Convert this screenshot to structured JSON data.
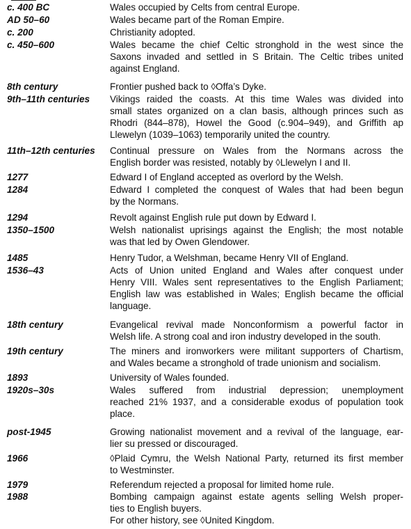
{
  "entries": [
    {
      "date": "c. 400 BC",
      "lines": [
        "Wales occupied by Celts from central Europe."
      ]
    },
    {
      "date": "AD 50–60",
      "lines": [
        "Wales became part of the Roman Empire."
      ]
    },
    {
      "date": "c. 200",
      "lines": [
        "Christianity adopted."
      ]
    },
    {
      "date": "c. 450–600",
      "lines": [
        "Wales became the chief Celtic stronghold in the west since the",
        "Saxons invaded and settled in S Britain. The Celtic tribes united",
        "against England."
      ]
    },
    {
      "date": "8th century",
      "lines": [
        "Frontier pushed back to ◊Offa’s Dyke."
      ]
    },
    {
      "date": "9th–11th centuries",
      "lines": [
        "Vikings raided the coasts. At this time Wales was divided into",
        "small states organized on a clan basis, although princes such as",
        "Rhodri (844–878), Howel the Good (c.904–949), and Griffith ap",
        "Llewelyn (1039–1063) temporarily united the country."
      ]
    },
    {
      "date": "11th–12th centuries",
      "lines": [
        "Continual pressure on Wales from the Normans across the",
        "English border was resisted, notably by ◊Llewelyn I and II."
      ]
    },
    {
      "date": "1277",
      "lines": [
        "Edward I of England accepted as overlord by the Welsh."
      ]
    },
    {
      "date": "1284",
      "lines": [
        "Edward I completed the conquest of Wales that had been begun",
        "by the Normans."
      ]
    },
    {
      "date": "1294",
      "lines": [
        "Revolt against English rule put down by Edward I."
      ]
    },
    {
      "date": "1350–1500",
      "lines": [
        "Welsh nationalist uprisings against the English; the most notable",
        "was that led by Owen Glendower."
      ]
    },
    {
      "date": "1485",
      "lines": [
        "Henry Tudor, a Welshman, became Henry VII of England."
      ]
    },
    {
      "date": "1536–43",
      "lines": [
        "Acts of Union united England and Wales after conquest under",
        "Henry VIII. Wales sent representatives to the English Parliament;",
        "English law was established in Wales; English became the official",
        "language."
      ]
    },
    {
      "date": "18th century",
      "lines": [
        "Evangelical revival made Nonconformism a powerful factor in",
        "Welsh life. A strong coal and iron industry developed in the south."
      ]
    },
    {
      "date": "19th century",
      "lines": [
        "The miners and ironworkers were militant supporters of Chartism,",
        "and Wales became a stronghold of trade unionism and socialism."
      ]
    },
    {
      "date": "1893",
      "lines": [
        "University of Wales founded."
      ]
    },
    {
      "date": "1920s–30s",
      "lines": [
        "Wales suffered from industrial depression; unemployment",
        "reached 21% 1937, and a considerable exodus of population took",
        "place."
      ]
    },
    {
      "date": "post-1945",
      "lines": [
        "Growing nationalist movement and a revival of the language, ear-",
        "lier su pressed or discouraged."
      ]
    },
    {
      "date": "1966",
      "lines": [
        "◊Plaid Cymru, the Welsh National Party, returned its first member",
        "to Westminster."
      ]
    },
    {
      "date": "1979",
      "lines": [
        "Referendum rejected a proposal for limited home rule."
      ]
    },
    {
      "date": "1988",
      "lines": [
        "Bombing campaign against estate agents selling Welsh proper-",
        "ties to English buyers.",
        "For other history, see ◊United Kingdom."
      ]
    }
  ]
}
